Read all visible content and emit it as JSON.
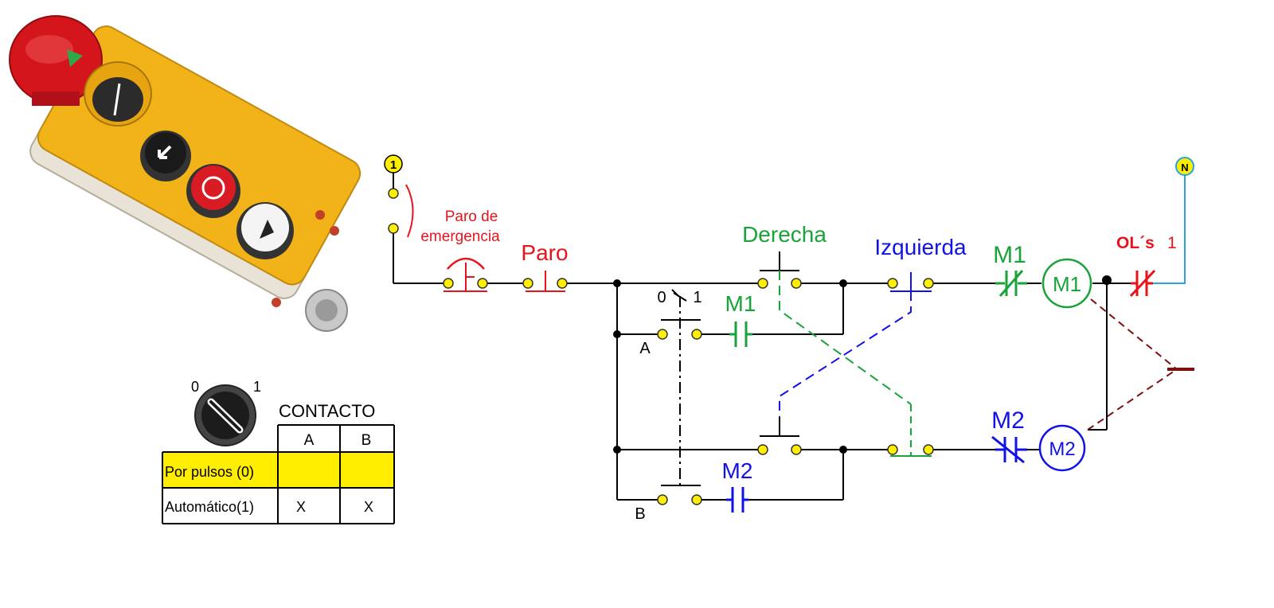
{
  "colors": {
    "red": "#e8141c",
    "green": "#1aa33a",
    "blue": "#1212e6",
    "black": "#000000",
    "yellow": "#ffee00",
    "wire_n": "#29a3e0",
    "dark_red": "#7a1010",
    "box_yellow": "#f2b318"
  },
  "nodes": {
    "l1": "1",
    "neutral": "N"
  },
  "labels": {
    "emergency": "Paro de",
    "emergency2": "emergencia",
    "stop": "Paro",
    "right": "Derecha",
    "left": "Izquierda",
    "m1_contact": "M1",
    "m1_coil": "M1",
    "m1_seal": "M1",
    "m2_contact": "M2",
    "m2_coil": "M2",
    "m2_seal": "M2",
    "overload": "OL´s",
    "overload_num": "1",
    "selector_a": "A",
    "selector_b": "B",
    "sel_0": "0",
    "sel_1": "1"
  },
  "legend": {
    "knob_0": "0",
    "knob_1": "1",
    "title": "CONTACTO",
    "col_a": "A",
    "col_b": "B",
    "rows": [
      {
        "mode": "Por pulsos (0)",
        "a": "",
        "b": ""
      },
      {
        "mode": "Automático(1)",
        "a": "X",
        "b": "X"
      }
    ]
  },
  "photo": {
    "icons": [
      "emergency-mushroom-icon",
      "selector-switch-icon",
      "arrow-left-button-icon",
      "stop-circle-button-icon",
      "arrow-up-button-icon"
    ]
  }
}
